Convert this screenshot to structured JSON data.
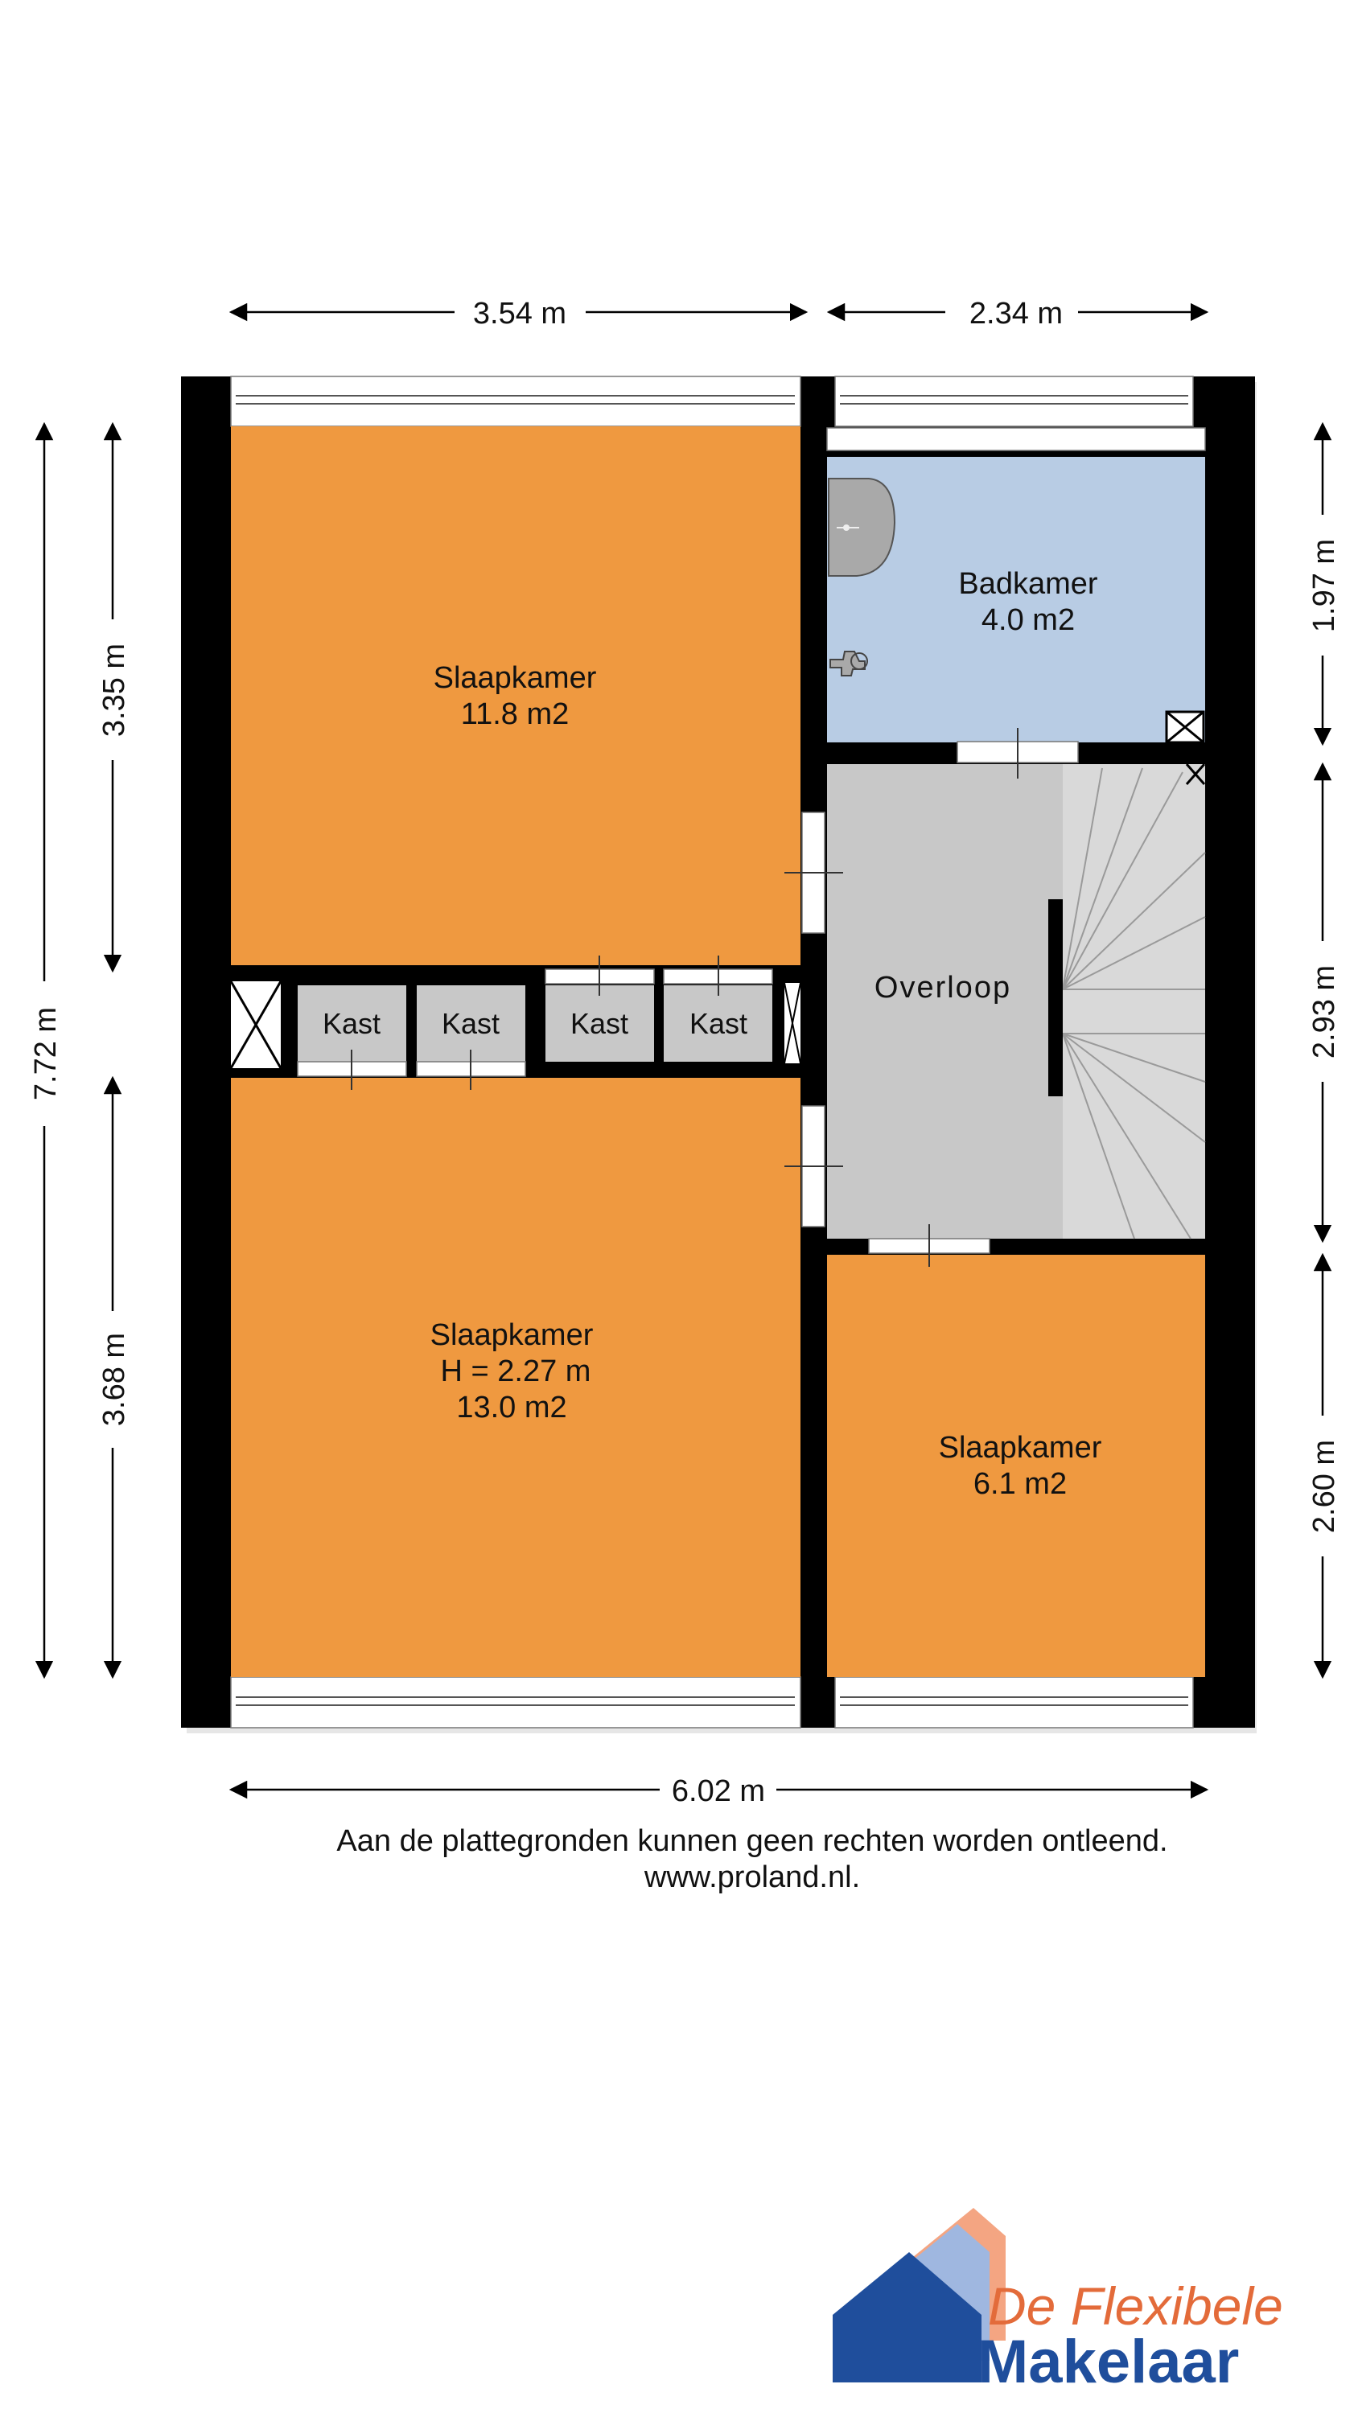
{
  "dimensions": {
    "top_left": "3.54 m",
    "top_right": "2.34 m",
    "bottom_total": "6.02 m",
    "left_total": "7.72 m",
    "left_upper": "3.35 m",
    "left_lower": "3.68 m",
    "right_upper": "1.97 m",
    "right_middle": "2.93 m",
    "right_lower": "2.60 m"
  },
  "rooms": {
    "slaapkamer_1": {
      "name": "Slaapkamer",
      "area": "11.8 m2",
      "color": "#ef9940"
    },
    "badkamer": {
      "name": "Badkamer",
      "area": "4.0 m2",
      "color": "#b8cce4"
    },
    "overloop": {
      "name": "Overloop",
      "color": "#c8c8c8"
    },
    "kast": [
      "Kast",
      "Kast",
      "Kast",
      "Kast"
    ],
    "slaapkamer_2": {
      "name": "Slaapkamer",
      "height": "H = 2.27 m",
      "area": "13.0 m2",
      "color": "#ef9940"
    },
    "slaapkamer_3": {
      "name": "Slaapkamer",
      "area": "6.1 m2",
      "color": "#ef9940"
    }
  },
  "footer": {
    "disclaimer": "Aan de plattegronden kunnen geen rechten worden ontleend.",
    "website": "www.proland.nl."
  },
  "logo": {
    "line1": "De Flexibele",
    "line2": "Makelaar",
    "color_orange": "#e36b3a",
    "color_blue": "#1f4e9c"
  },
  "colors": {
    "wall": "#000000",
    "stairs": "#d9d9d9",
    "bath_fixture": "#a9a9a9"
  }
}
